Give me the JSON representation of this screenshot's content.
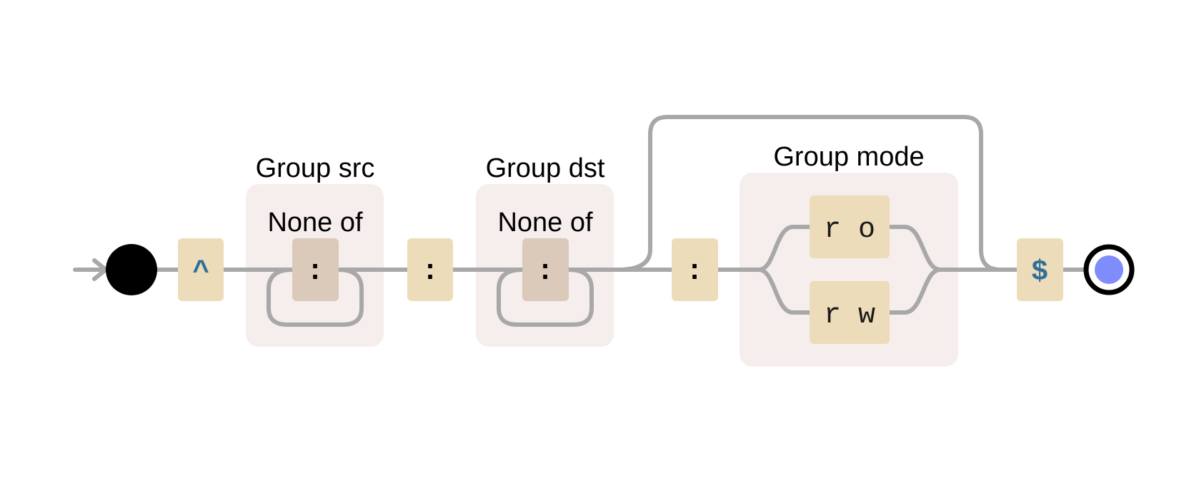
{
  "diagram": {
    "start_anchor": "^",
    "end_anchor": "$",
    "group_src": {
      "title": "Group src",
      "subtitle": "None of",
      "char": ":"
    },
    "separator_1": ":",
    "group_dst": {
      "title": "Group dst",
      "subtitle": "None of",
      "char": ":"
    },
    "separator_2": ":",
    "group_mode": {
      "title": "Group mode",
      "options": [
        "r o",
        "r w"
      ]
    }
  },
  "colors": {
    "wire": "#a8a8a8",
    "group_background": "#f6eded",
    "literal_box": "#eddcb9",
    "charclass_box": "#dbc9ba",
    "anchor_text": "#2f6f9a",
    "end_inner": "#7f8cfb"
  }
}
